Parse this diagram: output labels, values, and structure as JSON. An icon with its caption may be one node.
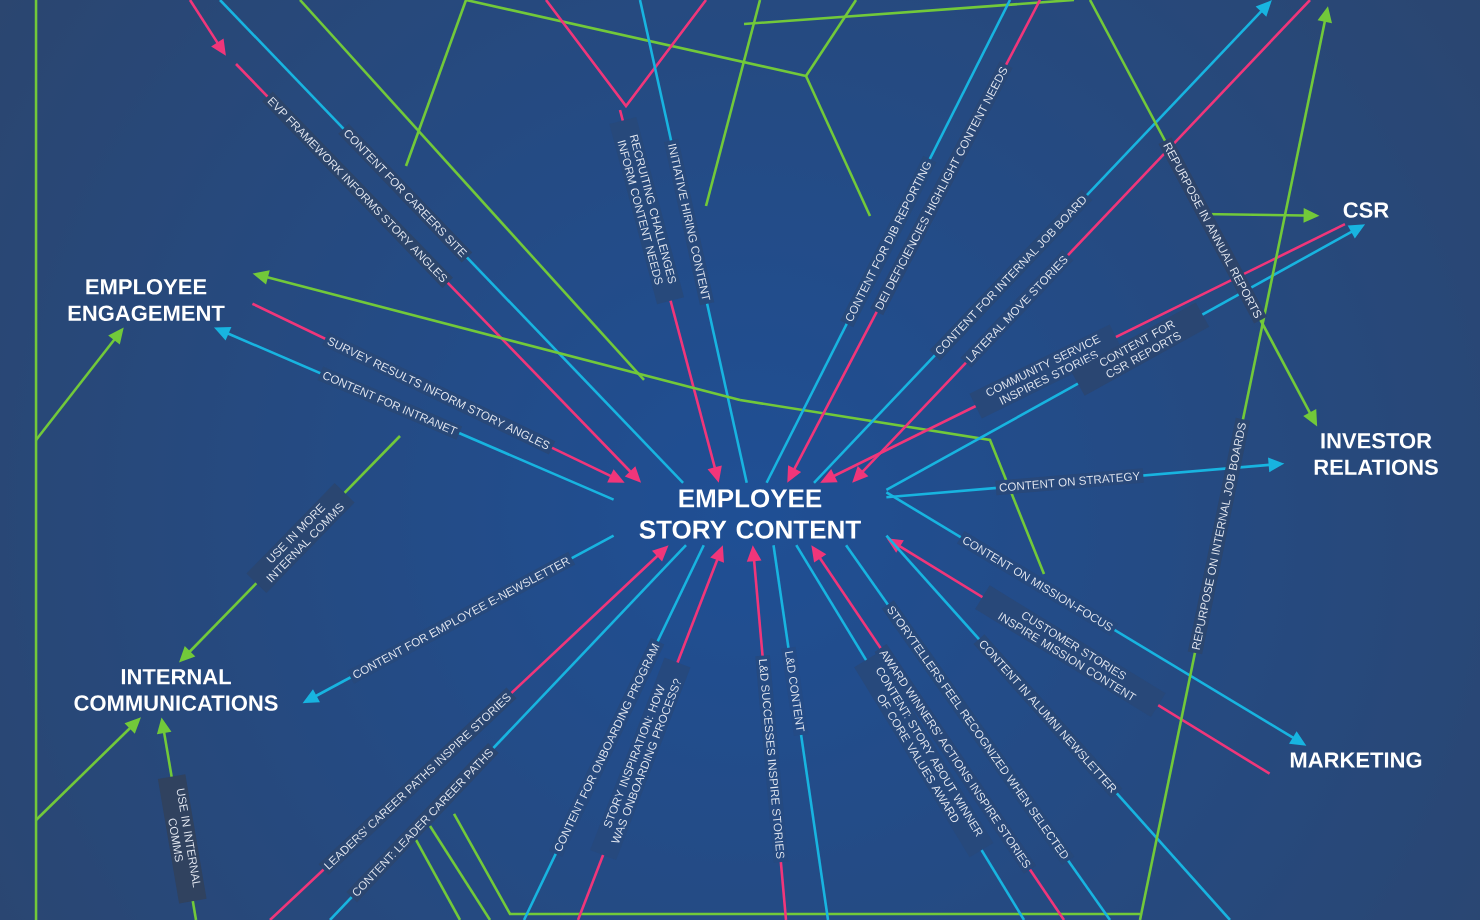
{
  "diagram": {
    "nodes": [
      {
        "text": [
          "EMPLOYEE STORY CONTENT"
        ]
      },
      {
        "text": [
          "EMPLOYEE ENGAGEMENT"
        ]
      },
      {
        "text": [
          "CSR"
        ]
      },
      {
        "text": [
          "INVESTOR RELATIONS"
        ]
      },
      {
        "text": [
          "INTERNAL COMMUNICATIONS"
        ]
      },
      {
        "text": [
          "MARKETING"
        ]
      }
    ],
    "edges": [
      {
        "from": 0,
        "to": null,
        "arrow": "none",
        "label": "CONTENT FOR CAREERS SITE"
      },
      {
        "from": null,
        "to": 0,
        "arrow": "to",
        "label": "EVP FRAMEWORK INFORMS STORY ANGLES",
        "color": "#f0367a"
      },
      {
        "from": null,
        "to": 0,
        "arrow": "to",
        "label": "RECRUITING CHALLENGES INFORM CONTENT NEEDS",
        "color": "#f0367a"
      },
      {
        "from": 0,
        "to": null,
        "arrow": "none",
        "label": "INITIATIVE HIRING CONTENT"
      },
      {
        "from": 0,
        "to": null,
        "arrow": "none",
        "label": "CONTENT FOR DIB REPORTING"
      },
      {
        "from": null,
        "to": 0,
        "arrow": "to",
        "label": "DEI DEFICIENCIES HIGHLIGHT CONTENT NEEDS",
        "color": "#f0367a"
      },
      {
        "from": 0,
        "to": null,
        "arrow": "to",
        "label": "CONTENT FOR INTERNAL JOB BOARD"
      },
      {
        "from": null,
        "to": 0,
        "arrow": "to",
        "label": "LATERAL MOVE STORIES",
        "color": "#f0367a"
      },
      {
        "from": null,
        "to": 3,
        "arrow": "to",
        "label": "REPURPOSE IN ANNUAL REPORTS",
        "color": "#72c93a"
      },
      {
        "from": null,
        "to": 2,
        "arrow": "to",
        "color": "#72c93a"
      },
      {
        "from": 2,
        "to": 0,
        "arrow": "to",
        "label": "COMMUNITY SERVICE INSPIRES STORIES",
        "color": "#f0367a"
      },
      {
        "from": 0,
        "to": 2,
        "arrow": "to",
        "label": "CONTENT FOR CSR REPORTS"
      },
      {
        "from": 0,
        "to": 3,
        "arrow": "to",
        "label": "CONTENT ON STRATEGY"
      },
      {
        "from": 0,
        "to": 5,
        "arrow": "to",
        "label": "CONTENT ON MISSION-FOCUS"
      },
      {
        "from": 5,
        "to": 0,
        "arrow": "to",
        "label": "CUSTOMER STORIES INSPIRE MISSION CONTENT",
        "color": "#f0367a"
      },
      {
        "from": 0,
        "to": null,
        "arrow": "none",
        "label": "CONTENT IN ALUMNI NEWSLETTER"
      },
      {
        "from": 0,
        "to": null,
        "arrow": "none",
        "label": "STORYTELLERS FEEL RECOGNIZED WHEN SELECTED"
      },
      {
        "from": null,
        "to": 0,
        "arrow": "to",
        "label": "AWARD WINNERS' ACTIONS INSPIRE STORIES",
        "color": "#f0367a"
      },
      {
        "from": 0,
        "to": null,
        "arrow": "none",
        "label": "CONTENT: STORY ABOUT WINNER OF CORE VALUES AWARD"
      },
      {
        "from": 0,
        "to": null,
        "arrow": "none",
        "label": "L&D CONTENT"
      },
      {
        "from": null,
        "to": 0,
        "arrow": "to",
        "label": "L&D SUCCESSES INSPIRE STORIES",
        "color": "#f0367a"
      },
      {
        "from": null,
        "to": 0,
        "arrow": "to",
        "label": "STORY INSPIRATION: HOW WAS ONBOARDING PROCESS?",
        "color": "#f0367a"
      },
      {
        "from": 0,
        "to": null,
        "arrow": "none",
        "label": "CONTENT FOR ONBOARDING PROGRAM"
      },
      {
        "from": null,
        "to": 0,
        "arrow": "to",
        "label": "LEADERS' CAREER PATHS INSPIRE STORIES",
        "color": "#f0367a"
      },
      {
        "from": 0,
        "to": null,
        "arrow": "none",
        "label": "CONTENT: LEADER CAREER PATHS"
      },
      {
        "from": 0,
        "to": 4,
        "arrow": "to",
        "label": "CONTENT FOR EMPLOYEE E-NEWSLETTER"
      },
      {
        "from": null,
        "to": 4,
        "arrow": "to",
        "label": "USE IN MORE INTERNAL COMMS",
        "color": "#72c93a"
      },
      {
        "from": null,
        "to": 4,
        "arrow": "to",
        "label": "USE IN INTERNAL COMMS",
        "color": "#72c93a"
      },
      {
        "from": null,
        "to": 4,
        "arrow": "to",
        "color": "#72c93a"
      },
      {
        "from": null,
        "to": 1,
        "arrow": "to",
        "color": "#72c93a"
      },
      {
        "from": null,
        "to": 1,
        "arrow": "to",
        "color": "#72c93a"
      },
      {
        "from": 1,
        "to": 0,
        "arrow": "to",
        "label": "SURVEY RESULTS INFORM STORY ANGLES",
        "color": "#f0367a"
      },
      {
        "from": 0,
        "to": 1,
        "arrow": "to",
        "label": "CONTENT FOR INTRANET"
      }
    ],
    "labels": [
      "REPURPOSE ON INTERNAL JOB BOARDS"
    ]
  }
}
